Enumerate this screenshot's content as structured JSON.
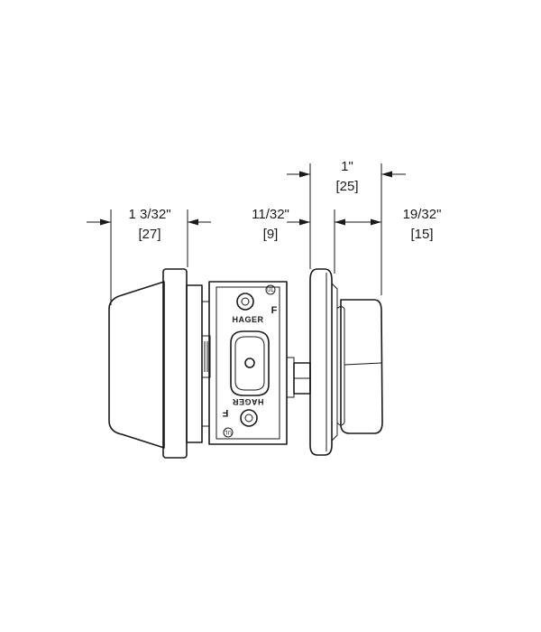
{
  "dimensions": {
    "cylinder_projection": {
      "imperial": "1 3/32\"",
      "metric": "[27]"
    },
    "bolt_offset": {
      "imperial": "11/32\"",
      "metric": "[9]"
    },
    "door_thickness_gap": {
      "imperial": "1\"",
      "metric": "[25]"
    },
    "thumbturn_projection": {
      "imperial": "19/32\"",
      "metric": "[15]"
    }
  },
  "faceplate": {
    "brand_top": "HAGER",
    "brand_bottom": "HAGER",
    "fire_mark_top": "F",
    "fire_mark_bottom": "F",
    "listing_mark": "UL"
  },
  "colors": {
    "line": "#1a1a1a",
    "background": "#ffffff"
  }
}
